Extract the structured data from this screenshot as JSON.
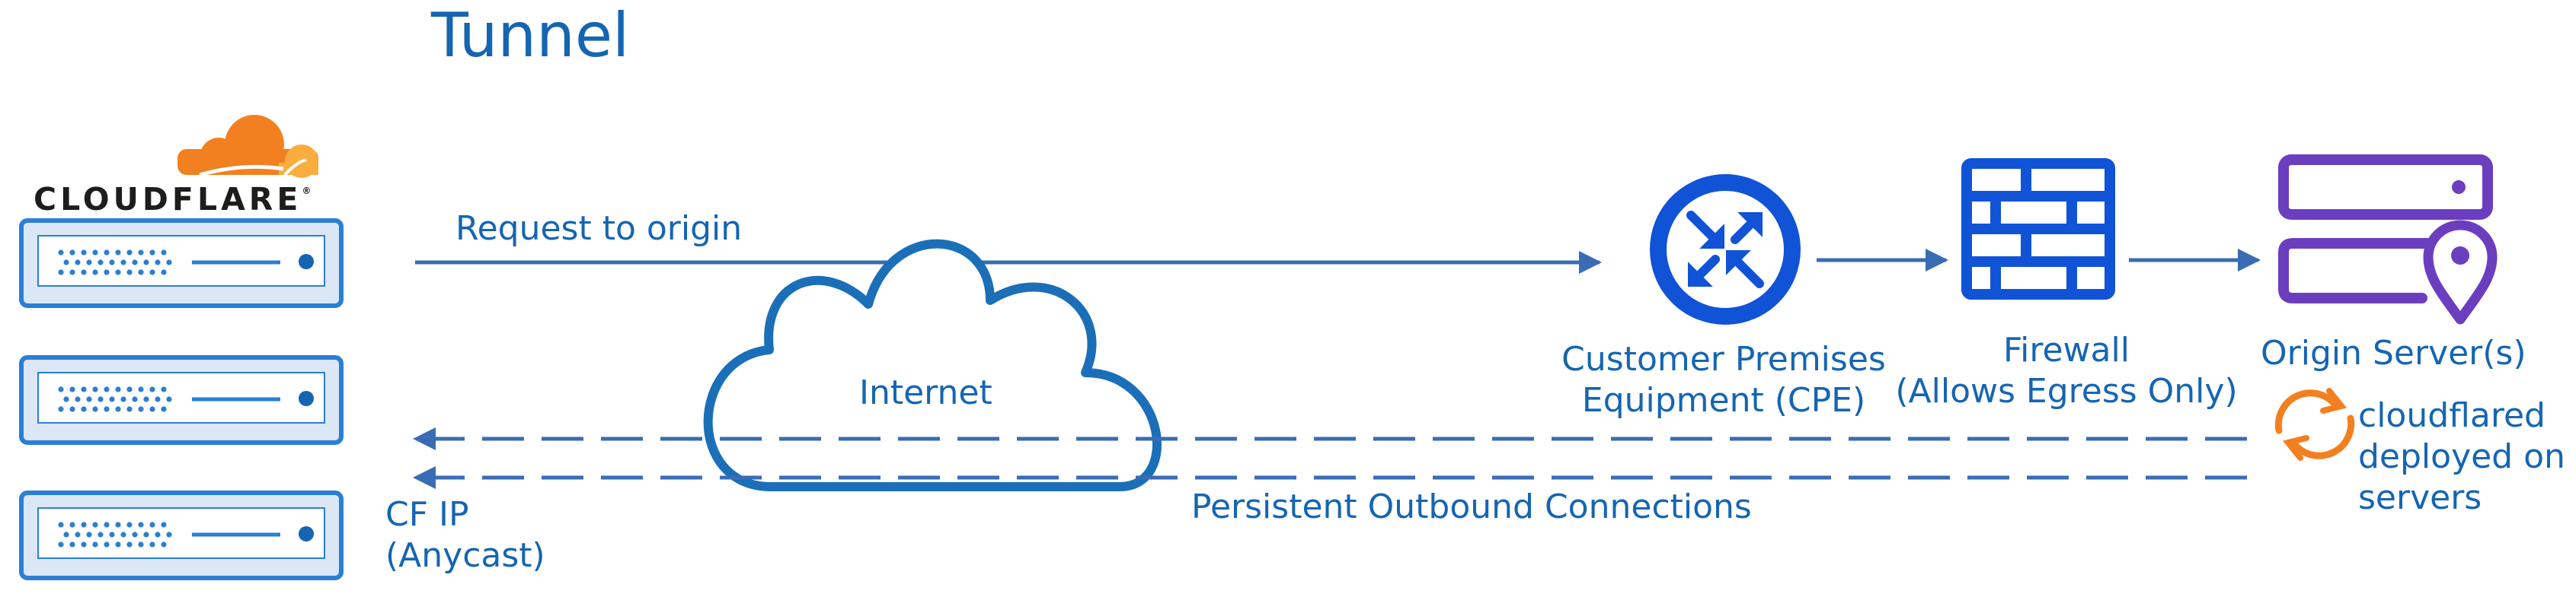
{
  "title": "Tunnel",
  "brand": {
    "name": "CLOUDFLARE",
    "trademark": "®"
  },
  "labels": {
    "request": "Request to origin",
    "internet": "Internet",
    "cpe": [
      "Customer Premises",
      "Equipment (CPE)"
    ],
    "firewall": [
      "Firewall",
      "(Allows Egress Only)"
    ],
    "origin": "Origin Server(s)",
    "cloudflared": [
      "cloudflared",
      "deployed on",
      "servers"
    ],
    "persistent": "Persistent Outbound Connections",
    "cfip": [
      "CF IP",
      "(Anycast)"
    ]
  },
  "icons": {
    "logo": "cloudflare-cloud-logo",
    "servers": "cloudflare-server-icon",
    "internet": "cloud-icon",
    "cpe": "router-icon",
    "firewall": "firewall-icon",
    "origin": "origin-server-location-icon",
    "cloudflared": "sync-arrows-icon"
  },
  "colors": {
    "text": "#1565b3",
    "line": "#3a6cb4",
    "icon_blue": "#1153d6",
    "cloud": "#1a6fb8",
    "origin_purple": "#6b3ec0",
    "orange": "#f38020",
    "orange_light": "#faad3f",
    "server_fill": "#dbe7f5",
    "server_stroke": "#2a7fd4",
    "brand_text": "#1d1d1b"
  }
}
